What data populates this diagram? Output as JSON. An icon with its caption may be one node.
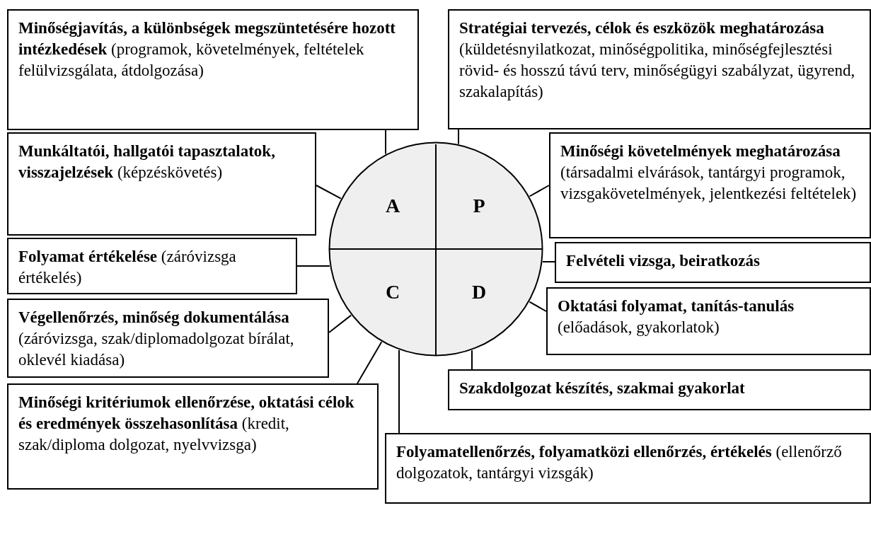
{
  "diagram": {
    "nodes": [
      {
        "text": [],
        "shape": "circle"
      },
      {
        "text": [
          "A"
        ],
        "in": 0
      },
      {
        "text": [
          "P"
        ],
        "in": 0
      },
      {
        "text": [
          "C"
        ],
        "in": 0
      },
      {
        "text": [
          "D"
        ],
        "in": 0
      },
      {
        "text": [
          "Minőségjavítás, a különbségek megszüntetésére hozott intézkedések",
          "(programok, követelmények, feltételek felülvizsgálata, átdolgozása)"
        ]
      },
      {
        "text": [
          "Stratégiai tervezés, célok és eszközök meghatározása",
          "(küldetésnyilatkozat, minőségpolitika, minőségfejlesztési rövid- és hosszú távú terv, minőségügyi szabályzat, ügyrend, szakalapítás)"
        ]
      },
      {
        "text": [
          "Munkáltatói, hallgatói tapasztalatok, visszajelzések",
          "(képzéskövetés)"
        ]
      },
      {
        "text": [
          "Minőségi követelmények meghatározása",
          "(társadalmi elvárások, tantárgyi programok, vizsgakövetelmények, jelentkezési feltételek)"
        ]
      },
      {
        "text": [
          "Folyamat értékelése",
          "(záróvizsga értékelés)"
        ]
      },
      {
        "text": [
          "Felvételi vizsga, beiratkozás"
        ]
      },
      {
        "text": [
          "Végellenőrzés, minőség dokumentálása",
          "(záróvizsga, szak/diplomadolgozat bírálat, oklevél kiadása)"
        ]
      },
      {
        "text": [
          "Oktatási folyamat, tanítás-tanulás",
          "(előadások, gyakorlatok)"
        ]
      },
      {
        "text": [
          "Szakdolgozat készítés, szakmai gyakorlat"
        ]
      },
      {
        "text": [
          "Minőségi kritériumok ellenőrzése, oktatási célok és eredmények összehasonlítása",
          "(kredit, szak/diploma dolgozat, nyelvvizsga)"
        ]
      },
      {
        "text": [
          "Folyamatellenőrzés, folyamatközi ellenőrzés, értékelés",
          "(ellenőrző dolgozatok, tantárgyi vizsgák)"
        ]
      }
    ],
    "edges": [
      {
        "from": 5,
        "to": 0,
        "arrow": "none"
      },
      {
        "from": 6,
        "to": 0,
        "arrow": "none"
      },
      {
        "from": 7,
        "to": 0,
        "arrow": "none"
      },
      {
        "from": 8,
        "to": 0,
        "arrow": "none"
      },
      {
        "from": 9,
        "to": 0,
        "arrow": "none"
      },
      {
        "from": 10,
        "to": 0,
        "arrow": "none"
      },
      {
        "from": 11,
        "to": 0,
        "arrow": "none"
      },
      {
        "from": 12,
        "to": 0,
        "arrow": "none"
      },
      {
        "from": 13,
        "to": 0,
        "arrow": "none"
      },
      {
        "from": 14,
        "to": 0,
        "arrow": "none"
      },
      {
        "from": 15,
        "to": 0,
        "arrow": "none"
      }
    ]
  }
}
